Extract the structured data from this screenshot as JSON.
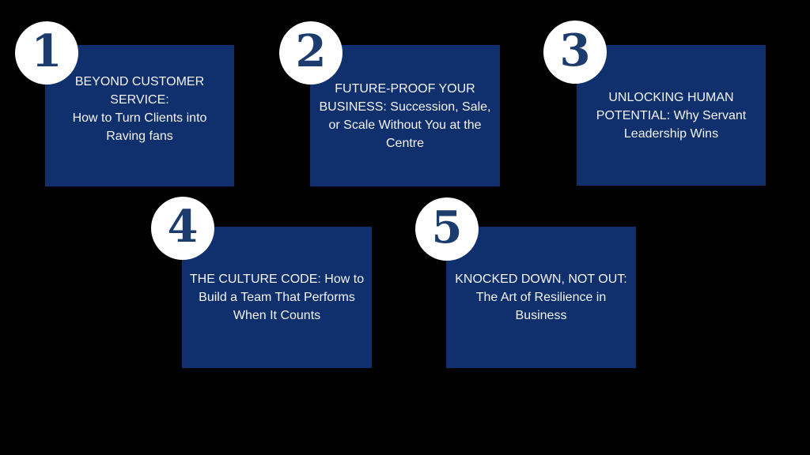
{
  "canvas": {
    "description": "Five numbered navy topic cards on a black background"
  },
  "colors": {
    "background": "#000000",
    "card_blue": "#0f2f6d",
    "badge_fill": "#ffffff",
    "badge_number": "#1d3c6e",
    "title_text": "#f4f4f4"
  },
  "cards": [
    {
      "number": "1",
      "title": "BEYOND CUSTOMER SERVICE: How to Turn Clients into Raving fans",
      "title_lines": [
        "BEYOND CUSTOMER",
        "SERVICE:",
        "How to Turn Clients into",
        "Raving fans"
      ]
    },
    {
      "number": "2",
      "title": "FUTURE-PROOF YOUR BUSINESS: Succession, Sale, or Scale Without You at the Centre",
      "title_lines": [
        "FUTURE-PROOF YOUR",
        "BUSINESS: Succession, Sale,",
        "or Scale Without You at the",
        "Centre"
      ]
    },
    {
      "number": "3",
      "title": "UNLOCKING HUMAN POTENTIAL: Why Servant Leadership Wins",
      "title_lines": [
        "UNLOCKING HUMAN",
        "POTENTIAL: Why Servant",
        "Leadership Wins"
      ]
    },
    {
      "number": "4",
      "title": "THE CULTURE CODE: How to Build a Team That Performs When It Counts",
      "title_lines": [
        "THE CULTURE CODE: How to",
        "Build a Team That Performs",
        "When It Counts"
      ]
    },
    {
      "number": "5",
      "title": "KNOCKED DOWN, NOT OUT: The Art of Resilience in Business",
      "title_lines": [
        "KNOCKED DOWN, NOT OUT:",
        "The Art of Resilience in",
        "Business"
      ]
    }
  ]
}
